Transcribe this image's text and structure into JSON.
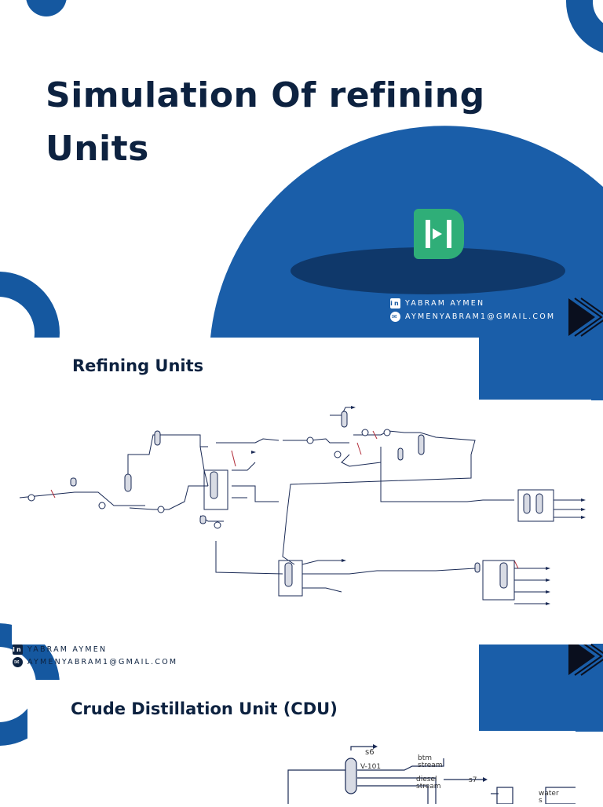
{
  "title": "Simulation Of refining Units",
  "header_contact": {
    "name": "YABRAM AYMEN",
    "email": "AYMENYABRAM1@GMAIL.COM"
  },
  "section1": {
    "title": "Refining Units",
    "contact": {
      "name": "YABRAM AYMEN",
      "email": "AYMENYABRAM1@GMAIL.COM"
    }
  },
  "section2": {
    "title": "Crude Distillation Unit (CDU)",
    "labels": {
      "s6": "s6",
      "v101": "V-101",
      "btm1": "btm",
      "btm2": "stream",
      "diesel1": "diesel",
      "diesel2": "stream",
      "s7": "s7",
      "water1": "water",
      "water2": "s"
    }
  },
  "colors": {
    "navy": "#0d2240",
    "blue": "#1558a0",
    "accent_green": "#2fae78"
  },
  "icons": [
    "linkedin-icon",
    "email-icon",
    "logo-icon",
    "play-arrow-icon"
  ]
}
